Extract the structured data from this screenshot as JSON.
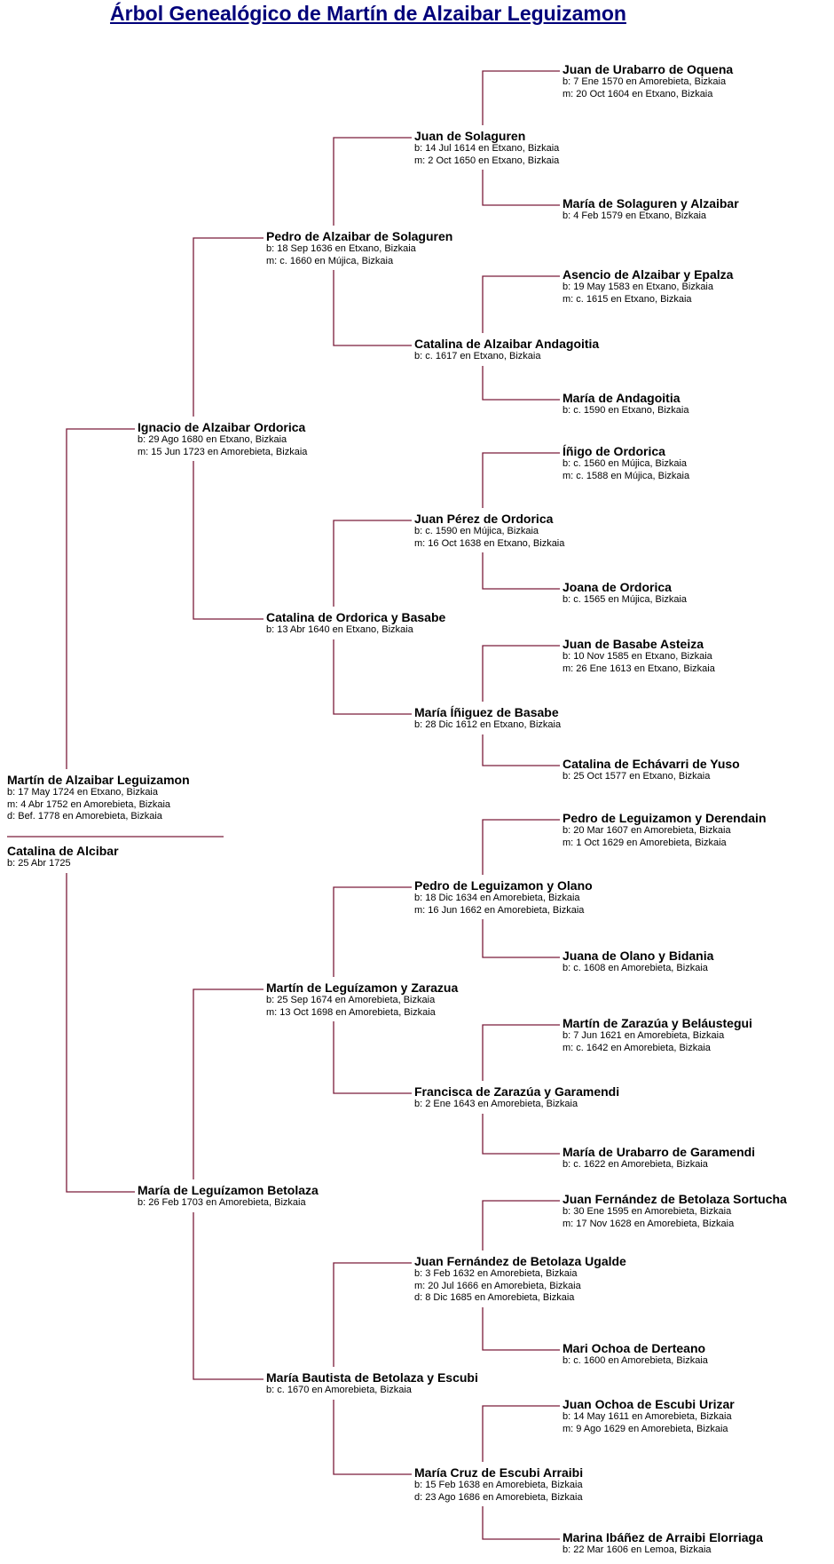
{
  "title": "Árbol Genealógico de Martín de Alzaibar Leguizamon",
  "people": [
    {
      "name": "Martín de Alzaibar Leguizamon",
      "facts": [
        "b: 17 May 1724 en Etxano, Bizkaia",
        "m: 4 Abr 1752 en Amorebieta, Bizkaia",
        "d: Bef. 1778 en Amorebieta, Bizkaia"
      ]
    },
    {
      "name": "Catalina de Alcibar",
      "facts": [
        "b: 25 Abr 1725"
      ]
    },
    {
      "name": "Ignacio de Alzaibar Ordorica",
      "facts": [
        "b: 29 Ago 1680 en Etxano, Bizkaia",
        "m: 15 Jun 1723 en Amorebieta, Bizkaia"
      ]
    },
    {
      "name": "María de Leguízamon Betolaza",
      "facts": [
        "b: 26 Feb 1703 en Amorebieta, Bizkaia"
      ]
    },
    {
      "name": "Pedro de Alzaibar de Solaguren",
      "facts": [
        "b: 18 Sep 1636 en Etxano, Bizkaia",
        "m: c. 1660 en Mújica, Bizkaia"
      ]
    },
    {
      "name": "Catalina de Ordorica y Basabe",
      "facts": [
        "b: 13 Abr 1640 en Etxano, Bizkaia"
      ]
    },
    {
      "name": "Martín de Leguízamon y Zarazua",
      "facts": [
        "b: 25 Sep 1674 en Amorebieta, Bizkaia",
        "m: 13 Oct 1698 en Amorebieta, Bizkaia"
      ]
    },
    {
      "name": "María Bautista de Betolaza y Escubi",
      "facts": [
        "b: c. 1670 en Amorebieta, Bizkaia"
      ]
    },
    {
      "name": "Juan de Solaguren",
      "facts": [
        "b: 14 Jul 1614 en Etxano, Bizkaia",
        "m: 2 Oct 1650 en Etxano, Bizkaia"
      ]
    },
    {
      "name": "Catalina de Alzaibar Andagoitia",
      "facts": [
        "b: c. 1617 en Etxano, Bizkaia"
      ]
    },
    {
      "name": "Juan Pérez de Ordorica",
      "facts": [
        "b: c. 1590 en Mújica, Bizkaia",
        "m: 16 Oct 1638 en Etxano, Bizkaia"
      ]
    },
    {
      "name": "María Íñiguez de Basabe",
      "facts": [
        "b: 28 Dic 1612 en Etxano, Bizkaia"
      ]
    },
    {
      "name": "Pedro de Leguizamon y Olano",
      "facts": [
        "b: 18 Dic 1634 en Amorebieta, Bizkaia",
        "m: 16 Jun 1662 en Amorebieta, Bizkaia"
      ]
    },
    {
      "name": "Francisca de Zarazúa y Garamendi",
      "facts": [
        "b: 2 Ene 1643 en Amorebieta, Bizkaia"
      ]
    },
    {
      "name": "Juan Fernández de Betolaza Ugalde",
      "facts": [
        "b: 3 Feb 1632 en Amorebieta, Bizkaia",
        "m: 20 Jul 1666 en Amorebieta, Bizkaia",
        "d: 8 Dic 1685 en Amorebieta, Bizkaia"
      ]
    },
    {
      "name": "María Cruz de Escubi Arraibi",
      "facts": [
        "b: 15 Feb 1638 en Amorebieta, Bizkaia",
        "d: 23 Ago 1686 en Amorebieta, Bizkaia"
      ]
    },
    {
      "name": "Juan de Urabarro de Oquena",
      "facts": [
        "b: 7 Ene 1570 en Amorebieta, Bizkaia",
        "m: 20 Oct 1604 en Etxano, Bizkaia"
      ]
    },
    {
      "name": "María de Solaguren y Alzaibar",
      "facts": [
        "b: 4 Feb 1579 en Etxano, Bizkaia"
      ]
    },
    {
      "name": "Asencio de Alzaibar y Epalza",
      "facts": [
        "b: 19 May 1583 en Etxano, Bizkaia",
        "m: c. 1615 en Etxano, Bizkaia"
      ]
    },
    {
      "name": "María de Andagoitia",
      "facts": [
        "b: c. 1590 en Etxano, Bizkaia"
      ]
    },
    {
      "name": "Íñigo de Ordorica",
      "facts": [
        "b: c. 1560 en Mújica, Bizkaia",
        "m: c. 1588 en Mújica, Bizkaia"
      ]
    },
    {
      "name": "Joana de Ordorica",
      "facts": [
        "b: c. 1565 en Mújica, Bizkaia"
      ]
    },
    {
      "name": "Juan de Basabe Asteiza",
      "facts": [
        "b: 10 Nov 1585 en Etxano, Bizkaia",
        "m: 26 Ene 1613 en Etxano, Bizkaia"
      ]
    },
    {
      "name": "Catalina de Echávarri de Yuso",
      "facts": [
        "b: 25 Oct 1577 en Etxano, Bizkaia"
      ]
    },
    {
      "name": "Pedro de Leguizamon y Derendain",
      "facts": [
        "b: 20 Mar 1607 en Amorebieta, Bizkaia",
        "m: 1 Oct 1629 en Amorebieta, Bizkaia"
      ]
    },
    {
      "name": "Juana de Olano y Bidania",
      "facts": [
        "b: c. 1608 en Amorebieta, Bizkaia"
      ]
    },
    {
      "name": "Martín de Zarazúa y Beláustegui",
      "facts": [
        "b: 7 Jun 1621 en Amorebieta, Bizkaia",
        "m: c. 1642 en Amorebieta, Bizkaia"
      ]
    },
    {
      "name": "María de Urabarro de Garamendi",
      "facts": [
        "b: c. 1622 en Amorebieta, Bizkaia"
      ]
    },
    {
      "name": "Juan Fernández de Betolaza Sortucha",
      "facts": [
        "b: 30 Ene 1595 en Amorebieta, Bizkaia",
        "m: 17 Nov 1628 en Amorebieta, Bizkaia"
      ]
    },
    {
      "name": "Mari Ochoa de Derteano",
      "facts": [
        "b: c. 1600 en Amorebieta, Bizkaia"
      ]
    },
    {
      "name": "Juan Ochoa de Escubi Urizar",
      "facts": [
        "b: 14 May 1611 en Amorebieta, Bizkaia",
        "m: 9 Ago 1629 en Amorebieta, Bizkaia"
      ]
    },
    {
      "name": "Marina Ibáñez de Arraibi Elorriaga",
      "facts": [
        "b: 22 Mar 1606 en Lemoa, Bizkaia"
      ]
    }
  ],
  "colors": {
    "title": "#00007a",
    "line": "#7b1c3a",
    "text": "#000000"
  }
}
